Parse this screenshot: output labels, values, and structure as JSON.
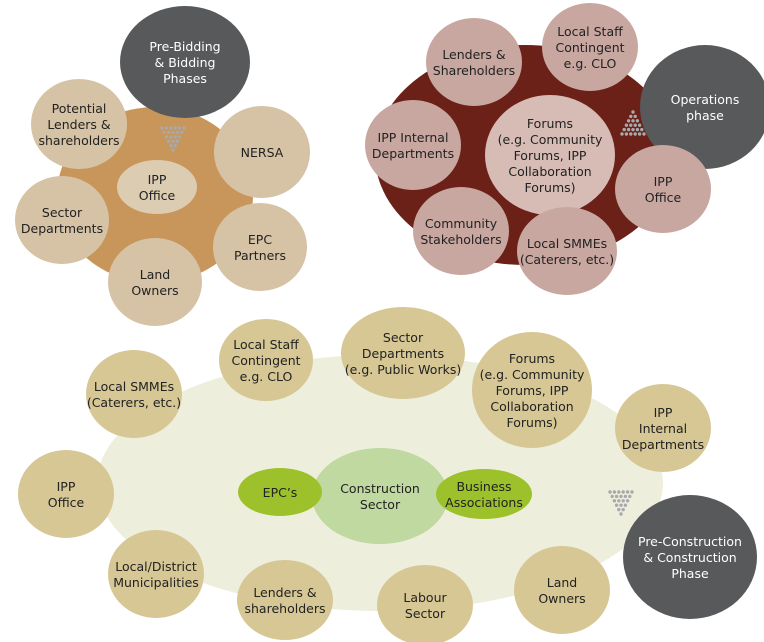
{
  "colors": {
    "phase_dark": "#58595b",
    "prebid_hub": "#c8965a",
    "prebid_node": "#d6c3a6",
    "prebid_center": "#dcccb2",
    "ops_hub": "#6b2018",
    "ops_node": "#c8a7a0",
    "ops_center": "#d7bcb6",
    "con_hub": "#eeeedd",
    "con_node": "#d6c795",
    "con_center": "#bfd9a0",
    "con_accent": "#9cc12a",
    "triangle_dots": "#a7a9ac",
    "text": "#222222"
  },
  "prebidding": {
    "phase_label": "Pre-Bidding\n& Bidding\nPhases",
    "center": "IPP\nOffice",
    "nodes": {
      "lenders": "Potential\nLenders &\nshareholders",
      "nersa": "NERSA",
      "sector": "Sector\nDepartments",
      "epc": "EPC\nPartners",
      "land": "Land\nOwners"
    }
  },
  "operations": {
    "phase_label": "Operations\nphase",
    "center": "Forums\n(e.g. Community\nForums, IPP\nCollaboration\nForums)",
    "nodes": {
      "lenders": "Lenders &\nShareholders",
      "staff": "Local Staff\nContingent\ne.g. CLO",
      "internal": "IPP Internal\nDepartments",
      "ipp_office": "IPP\nOffice",
      "community": "Community\nStakeholders",
      "smmes": "Local SMMEs\n(Caterers, etc.)"
    }
  },
  "construction": {
    "phase_label": "Pre-Construction\n& Construction\nPhase",
    "center": "Construction\nSector",
    "epc": "EPC’s",
    "business": "Business\nAssociations",
    "nodes": {
      "staff": "Local Staff\nContingent\ne.g. CLO",
      "sector": "Sector\nDepartments\n(e.g. Public Works)",
      "forums": "Forums\n(e.g. Community\nForums, IPP\nCollaboration\nForums)",
      "smmes": "Local SMMEs\n(Caterers, etc.)",
      "internal": "IPP\nInternal\nDepartments",
      "ipp_office": "IPP\nOffice",
      "municipalities": "Local/District\nMunicipalities",
      "lenders": "Lenders &\nshareholders",
      "labour": "Labour\nSector",
      "land": "Land\nOwners"
    }
  }
}
